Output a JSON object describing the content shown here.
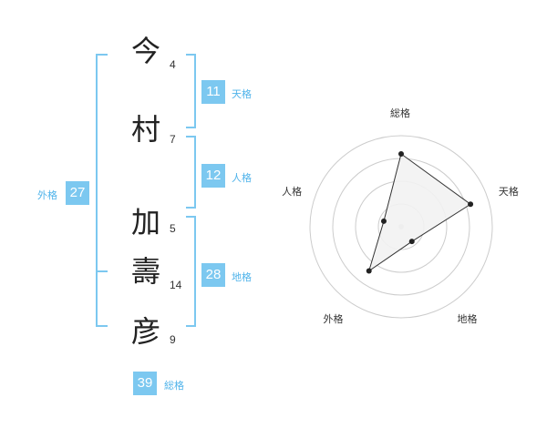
{
  "name": {
    "characters": [
      {
        "char": "今",
        "strokes": "4"
      },
      {
        "char": "村",
        "strokes": "7"
      },
      {
        "char": "加",
        "strokes": "5"
      },
      {
        "char": "壽",
        "strokes": "14"
      },
      {
        "char": "彦",
        "strokes": "9"
      }
    ]
  },
  "fortune": {
    "tenkaku": {
      "value": "11",
      "label": "天格"
    },
    "jinkaku": {
      "value": "12",
      "label": "人格"
    },
    "chikaku": {
      "value": "28",
      "label": "地格"
    },
    "gaikaku": {
      "value": "27",
      "label": "外格"
    },
    "soukaku": {
      "value": "39",
      "label": "総格"
    }
  },
  "colors": {
    "accent": "#7cc8f0",
    "bracket": "#7cc8f0",
    "label": "#4fb3ea",
    "radar_fill": "#f2f2f2",
    "radar_line": "#333333",
    "ring": "#cccccc"
  },
  "chart_data": {
    "type": "radar",
    "axes": [
      "総格",
      "天格",
      "地格",
      "外格",
      "人格"
    ],
    "rings": 4,
    "values": [
      4,
      4,
      1,
      3,
      1
    ],
    "max": 5
  }
}
